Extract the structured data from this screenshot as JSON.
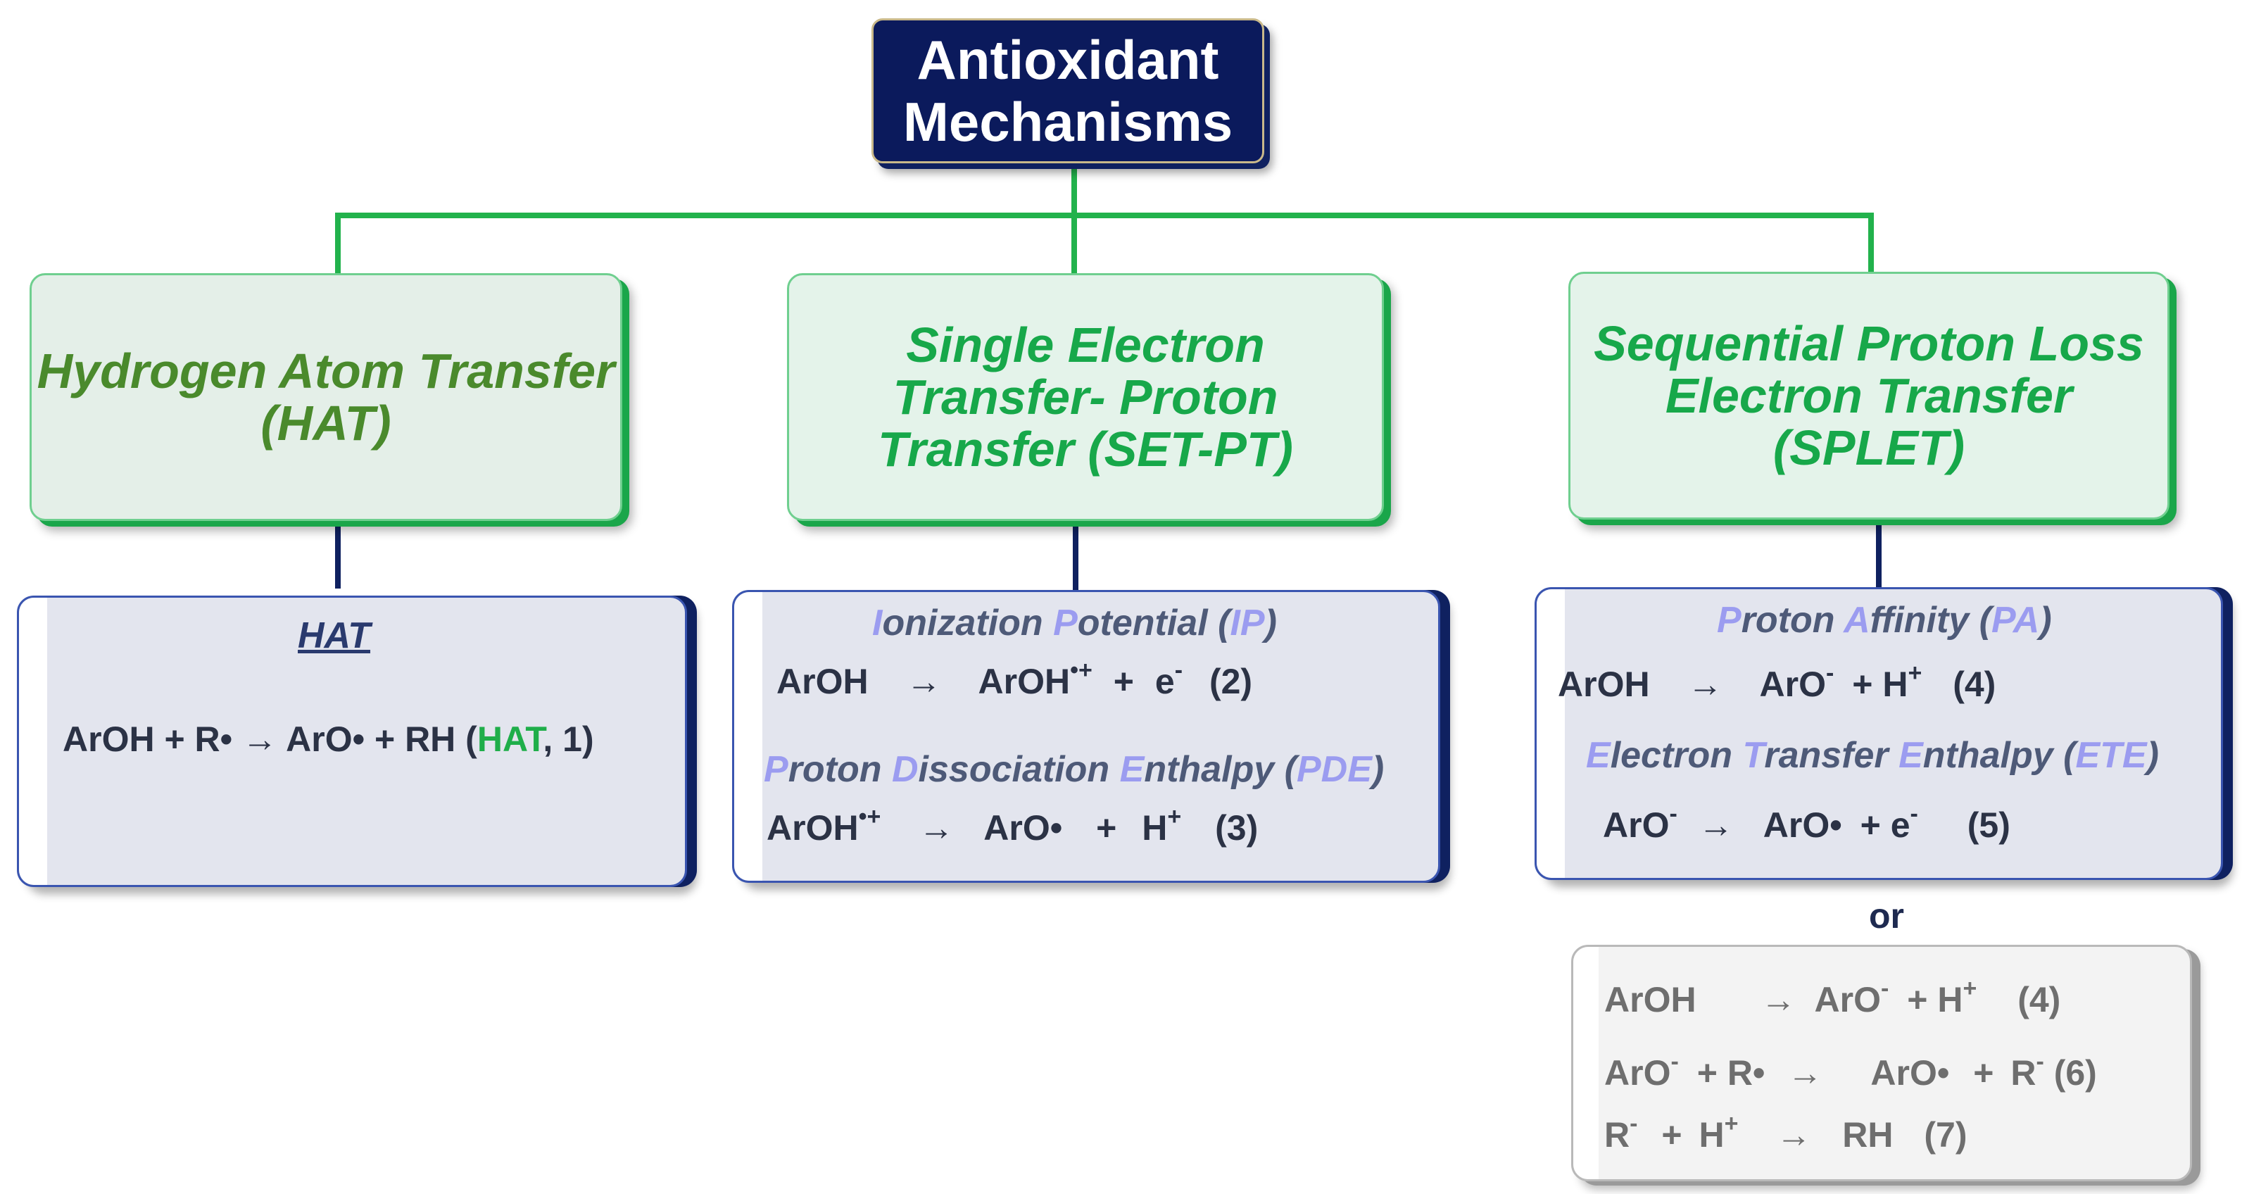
{
  "title": {
    "line1": "Antioxidant",
    "line2": "Mechanisms"
  },
  "mechanisms": [
    {
      "line1": "Hydrogen Atom Transfer",
      "line2": "(HAT)"
    },
    {
      "line1": "Single Electron",
      "line2": "Transfer- Proton",
      "line3": "Transfer (SET-PT)"
    },
    {
      "line1": "Sequential Proton Loss",
      "line2": "Electron Transfer",
      "line3": "(SPLET)"
    }
  ],
  "hat_box": {
    "heading": "HAT",
    "eq1": {
      "lhs": "ArOH + R•",
      "arrow": "→",
      "rhs": "ArO• + RH (",
      "tag": "HAT",
      "num": ", 1)"
    }
  },
  "setpt_box": {
    "h1": {
      "c1": "I",
      "t1": "onization ",
      "c2": "P",
      "t2": "otential (",
      "c3": "IP",
      "t3": ")"
    },
    "eq2": {
      "a": "ArOH",
      "arrow": "→",
      "b": "ArOH",
      "b_sup": "•+",
      "plus": "+",
      "c": "e",
      "c_sup": "-",
      "num": "(2)"
    },
    "h2": {
      "c1": "P",
      "t1": "roton ",
      "c2": "D",
      "t2": "issociation ",
      "c3": "E",
      "t3": "nthalpy (",
      "c4": "PDE",
      "t4": ")"
    },
    "eq3": {
      "a": "ArOH",
      "a_sup": "•+",
      "arrow": "→",
      "b": "ArO•",
      "plus": "+",
      "c": "H",
      "c_sup": "+",
      "num": "(3)"
    }
  },
  "splet_box": {
    "h1": {
      "c1": "P",
      "t1": "roton ",
      "c2": "A",
      "t2": "ffinity (",
      "c3": "PA",
      "t3": ")"
    },
    "eq4": {
      "a": "ArOH",
      "arrow": "→",
      "b": "ArO",
      "b_sup": "-",
      "plus": "+",
      "c": "H",
      "c_sup": "+",
      "num": "(4)"
    },
    "h2": {
      "c1": "E",
      "t1": "lectron ",
      "c2": "T",
      "t2": "ransfer ",
      "c3": "E",
      "t3": "nthalpy (",
      "c4": "ETE",
      "t4": ")"
    },
    "eq5": {
      "a": "ArO",
      "a_sup": "-",
      "arrow": "→",
      "b": "ArO•",
      "plus": "+",
      "c": "e",
      "c_sup": "-",
      "num": "(5)"
    }
  },
  "or_label": "or",
  "alt_box": {
    "eq4": {
      "a": "ArOH",
      "arrow": "→",
      "b": "ArO",
      "b_sup": "-",
      "plus": "+",
      "c": "H",
      "c_sup": "+",
      "num": "(4)"
    },
    "eq6": {
      "a": "ArO",
      "a_sup": "-",
      "plus1": "+",
      "b": "R•",
      "arrow": "→",
      "c": "ArO•",
      "plus2": "+",
      "d": "R",
      "d_sup": "-",
      "num": "(6)"
    },
    "eq7": {
      "a": "R",
      "a_sup": "-",
      "plus": "+",
      "b": "H",
      "b_sup": "+",
      "arrow": "→",
      "c": "RH",
      "num": "(7)"
    }
  },
  "colors": {
    "title_bg": "#0b1a5c",
    "connector_green": "#22b24c",
    "connector_navy": "#0f2160",
    "mechanism_text": "#17a84a",
    "equation_box_bg": "#e3e5ee",
    "heading_capital": "#9b9cf0"
  }
}
